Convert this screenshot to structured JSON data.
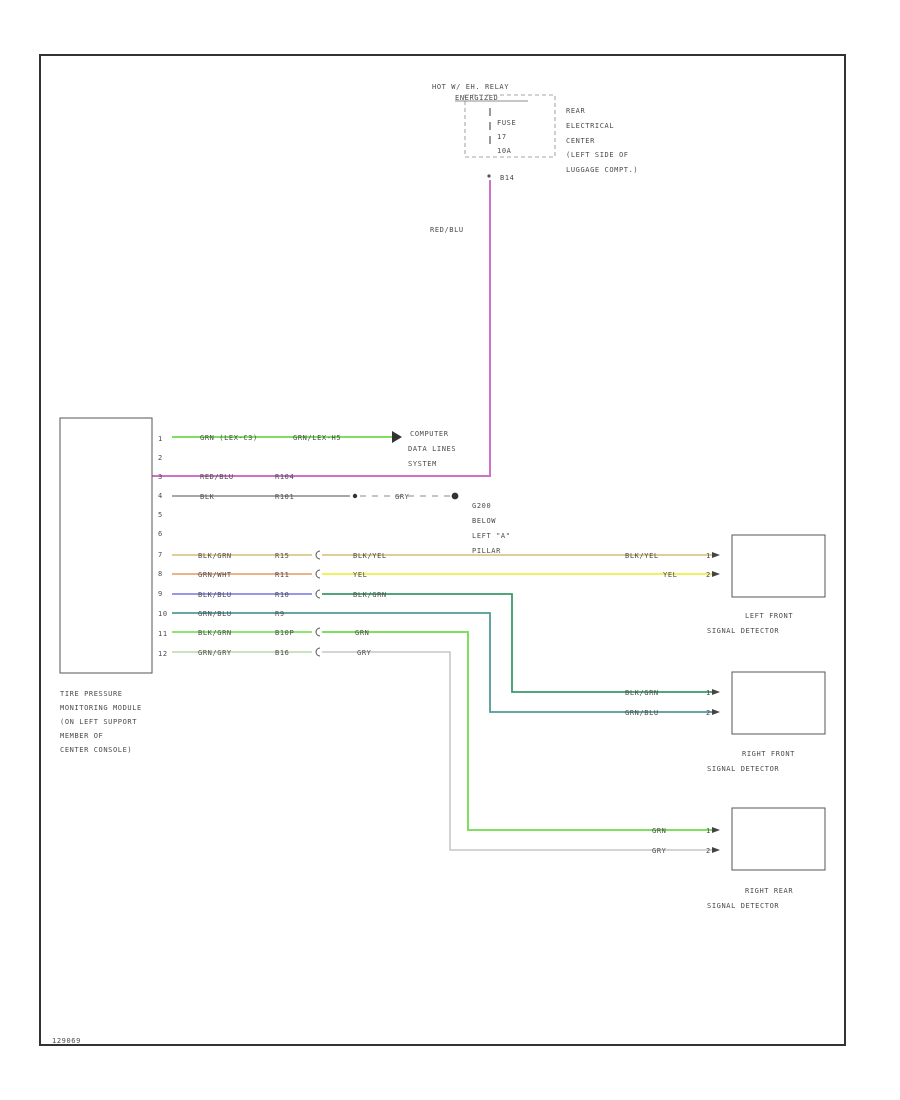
{
  "relay": {
    "title_line1": "HOT W/ EH. RELAY",
    "title_line2": "ENERGIZED",
    "fuse_line1": "FUSE",
    "fuse_line2": "17",
    "fuse_line3": "10A",
    "pin": "B14"
  },
  "rear_center": [
    "REAR",
    "ELECTRICAL",
    "CENTER",
    "(LEFT SIDE OF",
    "LUGGAGE COMPT.)"
  ],
  "feed_wire": "RED/BLU",
  "module": {
    "label": [
      "TIRE PRESSURE",
      "MONITORING MODULE",
      "(ON LEFT SUPPORT",
      "MEMBER OF",
      "CENTER CONSOLE)"
    ],
    "pins": [
      "1",
      "2",
      "3",
      "4",
      "5",
      "6",
      "7",
      "8",
      "9",
      "10",
      "11",
      "12"
    ]
  },
  "wires": {
    "p1": {
      "color": "GRN (LEX-C3)",
      "color2": "GRN/LEX-H5"
    },
    "p3": {
      "color": "RED/BLU",
      "conn": "R104"
    },
    "p4": {
      "color": "BLK",
      "conn": "R101",
      "color2": "GRY"
    },
    "p7": {
      "color": "BLK/GRN",
      "conn": "R15",
      "color2": "BLK/YEL",
      "color3": "BLK/YEL"
    },
    "p8": {
      "color": "GRN/WHT",
      "conn": "R11",
      "color2": "YEL",
      "color3": "YEL"
    },
    "p9": {
      "color": "BLK/BLU",
      "conn": "R10",
      "color2": "BLK/GRN",
      "color3": "BLK/GRN"
    },
    "p10": {
      "color": "GRN/BLU",
      "conn": "R9",
      "color3": "GRN/BLU"
    },
    "p11": {
      "color": "BLK/GRN",
      "conn": "B10P",
      "color2": "GRN",
      "color3": "GRN"
    },
    "p12": {
      "color": "GRN/GRY",
      "conn": "B16",
      "color2": "GRY",
      "color3": "GRY"
    }
  },
  "computer_data_lines": [
    "COMPUTER",
    "DATA LINES",
    "SYSTEM"
  ],
  "ground_label": [
    "G200",
    "BELOW",
    "LEFT \"A\"",
    "PILLAR"
  ],
  "detectors": {
    "left_front": [
      "LEFT FRONT",
      "SIGNAL DETECTOR"
    ],
    "right_front": [
      "RIGHT FRONT",
      "SIGNAL DETECTOR"
    ],
    "right_rear": [
      "RIGHT REAR",
      "SIGNAL DETECTOR"
    ],
    "pin_a": "1",
    "pin_b": "2"
  },
  "footer_id": "129069",
  "colors": {
    "frame": "#333333",
    "green": "#7fe060",
    "pink": "#d070c8",
    "gray": "#8a8a8a",
    "tan": "#d8c888",
    "yellow": "#f0f060",
    "orange": "#e8a878",
    "blue": "#8888e8",
    "dark_green": "#3a9a6a",
    "teal": "#509a98"
  }
}
